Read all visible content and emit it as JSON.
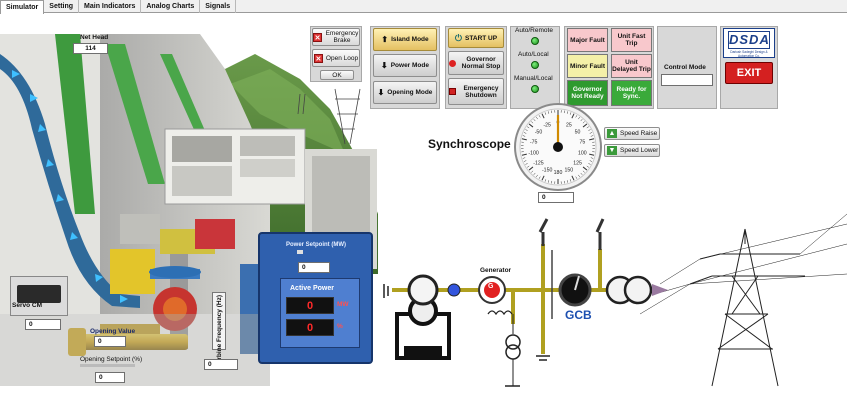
{
  "tabs": [
    "Simulator",
    "Setting",
    "Main Indicators",
    "Analog Charts",
    "Signals"
  ],
  "net_head": {
    "label": "Net Head",
    "value": "114"
  },
  "emergency": {
    "brake": "Emergency Brake",
    "open_loop": "Open Loop",
    "ok": "OK"
  },
  "modes": {
    "island": "Island Mode",
    "power": "Power Mode",
    "opening": "Opening Mode"
  },
  "startup": {
    "start": "START UP",
    "normal_stop": "Governor Normal Stop",
    "emergency_shutdown": "Emergency Shutdown"
  },
  "remote_local": {
    "auto_remote": "Auto/Remote",
    "auto_local": "Auto/Local",
    "manual_local": "Manual/Local"
  },
  "faults": {
    "major": "Major Fault",
    "unit_fast_trip": "Unit Fast Trip",
    "minor": "Minor Fault",
    "unit_delayed_trip": "Unit Delayed Trip",
    "governor_not_ready": "Governor Not Ready",
    "ready_for_sync": "Ready for Sync."
  },
  "control_mode": {
    "label": "Control Mode",
    "value": ""
  },
  "logo": {
    "text": "DSDA",
    "subtitle": "Dariush Sadeghi Design & Automation Co."
  },
  "exit_label": "EXIT",
  "synchroscope": {
    "title": "Synchroscope",
    "ticks": [
      "0",
      "25",
      "50",
      "75",
      "100",
      "125",
      "150",
      "180",
      "-150",
      "-125",
      "-100",
      "-75",
      "-50",
      "-25"
    ],
    "value": "0",
    "needle_deg": 0
  },
  "speed": {
    "raise": "Speed Raise",
    "lower": "Speed Lower"
  },
  "power_setpoint": {
    "label": "Power Setpoint (MW)",
    "value": "0"
  },
  "active_power": {
    "label": "Active Power",
    "mw_value": "0",
    "mw_unit": "MW",
    "pct_value": "0",
    "pct_unit": "%"
  },
  "turbine_frequency": {
    "label": "Turbine Frequency (Hz)",
    "value": "0"
  },
  "servo": {
    "label": "Servo CM",
    "value": "0"
  },
  "opening": {
    "value_label": "Opening Value",
    "value": "0",
    "setpoint_label": "Opening Setpoint (%)",
    "setpoint_value": "0"
  },
  "generator": {
    "label": "Generator",
    "symbol": "G"
  },
  "gcb": {
    "label": "GCB"
  },
  "colors": {
    "panel": "#d8d8d8",
    "gold": "#f1d17a",
    "blue_panel": "#2e5fae",
    "display": "#cc2222",
    "gcb_text": "#1c4fb0"
  }
}
